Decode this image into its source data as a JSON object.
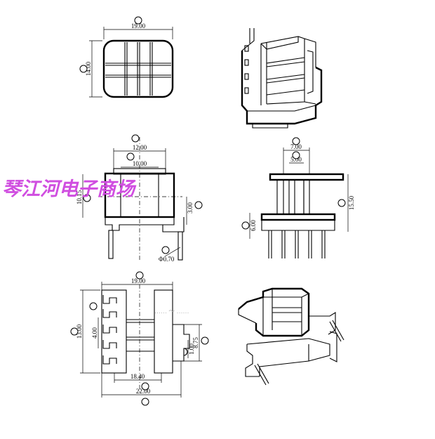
{
  "watermark": {
    "text": "琴江河电子商场",
    "color": "#d04ee0"
  },
  "faint_watermark": "…… ～ ……",
  "views": {
    "top_view": {
      "width_dim": "19.00",
      "height_dim": "14.00"
    },
    "front_view": {
      "top_dim": "12.00",
      "inner_dim": "10.00",
      "height_dim": "10.15",
      "right_dim": "3.00",
      "pin_dim": "Φ0.70"
    },
    "side_view": {
      "top_dim_1": "7.00",
      "top_dim_2": "5.00",
      "height_dim": "15.50",
      "left_dim": "6.00"
    },
    "bottom_view": {
      "top_dim": "19.00",
      "height_dim": "13.00",
      "pitch_dim": "4.00",
      "right_dim_1": "8.75",
      "right_dim_2": "1.00",
      "bottom_dim_1": "18.40",
      "bottom_dim_2": "22.00"
    }
  }
}
